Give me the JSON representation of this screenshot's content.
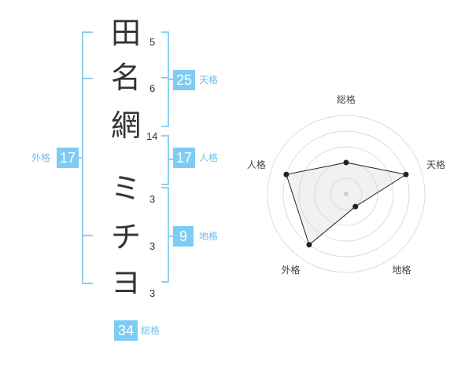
{
  "name_chars": [
    {
      "char": "田",
      "strokes": "5"
    },
    {
      "char": "名",
      "strokes": "6"
    },
    {
      "char": "網",
      "strokes": "14"
    },
    {
      "char": "ミ",
      "strokes": "3"
    },
    {
      "char": "チ",
      "strokes": "3"
    },
    {
      "char": "ヨ",
      "strokes": "3"
    }
  ],
  "fortunes": {
    "tenkaku": {
      "value": "25",
      "label": "天格"
    },
    "jinkaku": {
      "value": "17",
      "label": "人格"
    },
    "chikaku": {
      "value": "9",
      "label": "地格"
    },
    "gaikaku": {
      "value": "17",
      "label": "外格"
    },
    "soukaku": {
      "value": "34",
      "label": "総格"
    }
  },
  "colors": {
    "accent": "#7ecbf3",
    "bracket": "#8ed0f2"
  },
  "chart_data": {
    "type": "radar",
    "axes": [
      "総格",
      "天格",
      "地格",
      "外格",
      "人格"
    ],
    "values": [
      2,
      4,
      1,
      4,
      4
    ],
    "max": 5
  }
}
